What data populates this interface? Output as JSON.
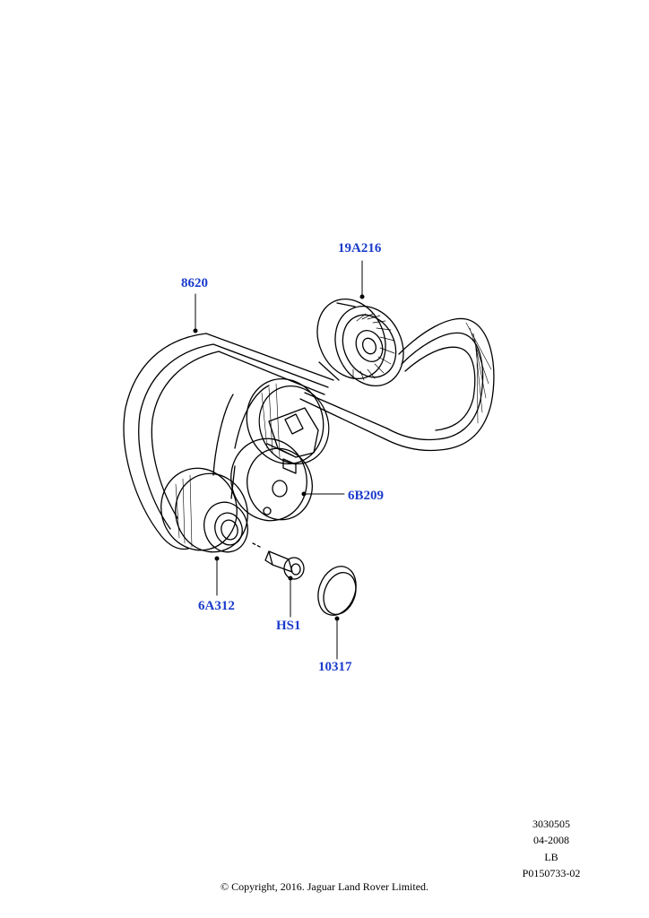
{
  "callouts": {
    "c19A216": "19A216",
    "c8620": "8620",
    "c6B209": "6B209",
    "c6A312": "6A312",
    "cHS1": "HS1",
    "c10317": "10317"
  },
  "meta": {
    "ref": "3030505",
    "date": "04-2008",
    "code": "LB",
    "drawing": "P0150733-02"
  },
  "copyright": "© Copyright, 2016. Jaguar Land Rover Limited.",
  "colors": {
    "callout": "#1a3ccc",
    "line": "#000000"
  }
}
